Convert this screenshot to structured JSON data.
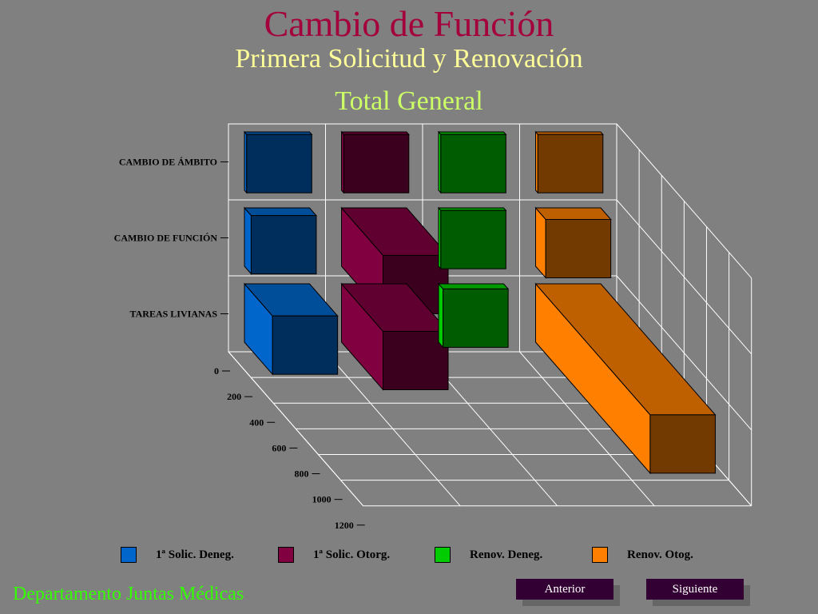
{
  "slide": {
    "title": "Cambio de Función",
    "subtitle": "Primera Solicitud y Renovación",
    "subtitle2": "Total General",
    "department": "Departamento Juntas Médicas",
    "prev_label": "Anterior",
    "next_label": "Siguiente",
    "colors": {
      "title": "#a3003c",
      "subtitle": "#ffff99",
      "subtitle2": "#ccff66",
      "department": "#33ff00"
    }
  },
  "chart_data": {
    "type": "bar",
    "categories": [
      "CAMBIO DE ÁMBITO",
      "CAMBIO DE FUNCIÓN",
      "TAREAS LIVIANAS"
    ],
    "series": [
      {
        "name": "1ª Solic. Deneg.",
        "color": "#0066cc",
        "values": [
          0,
          60,
          250
        ]
      },
      {
        "name": "1ª Solic. Otorg.",
        "color": "#800040",
        "values": [
          0,
          370,
          370
        ]
      },
      {
        "name": "Renov. Deneg.",
        "color": "#00cc00",
        "values": [
          0,
          0,
          40
        ]
      },
      {
        "name": "Renov. Otog.",
        "color": "#ff8000",
        "values": [
          0,
          90,
          1020
        ]
      }
    ],
    "value_axis": {
      "min": 0,
      "max": 1200,
      "ticks": [
        0,
        200,
        400,
        600,
        800,
        1000,
        1200
      ]
    },
    "legend": "bottom",
    "grid": true
  }
}
